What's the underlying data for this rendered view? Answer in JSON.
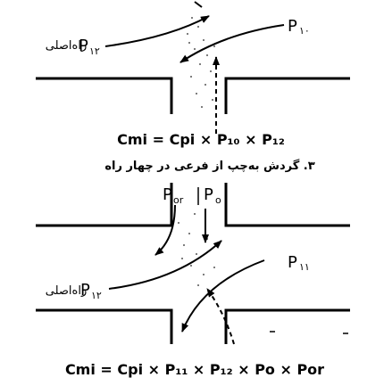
{
  "top_diagram": {
    "label_main_traffic": "راه‌اصلی",
    "label_p_main": "P",
    "label_p_main_sub": "۱۲",
    "label_p_top_right": "P",
    "label_p_top_right_sub": "۱۰",
    "formula": "Cmi = Cpi × P₁₀ × P₁₂"
  },
  "caption": "۳. گردش به‌چپ از فرعی در چهار راه",
  "bottom_diagram": {
    "label_p_or": "P",
    "label_p_or_sub": "or",
    "label_p_o": "P",
    "label_p_o_sub": "o",
    "label_p_right": "P",
    "label_p_right_sub": "۱۱",
    "label_main_traffic": "راه‌اصلی",
    "label_p_main": "P",
    "label_p_main_sub": "۱۲",
    "formula": "Cmi = Cpi × P₁₁ × P₁₂ × Po × Por"
  }
}
